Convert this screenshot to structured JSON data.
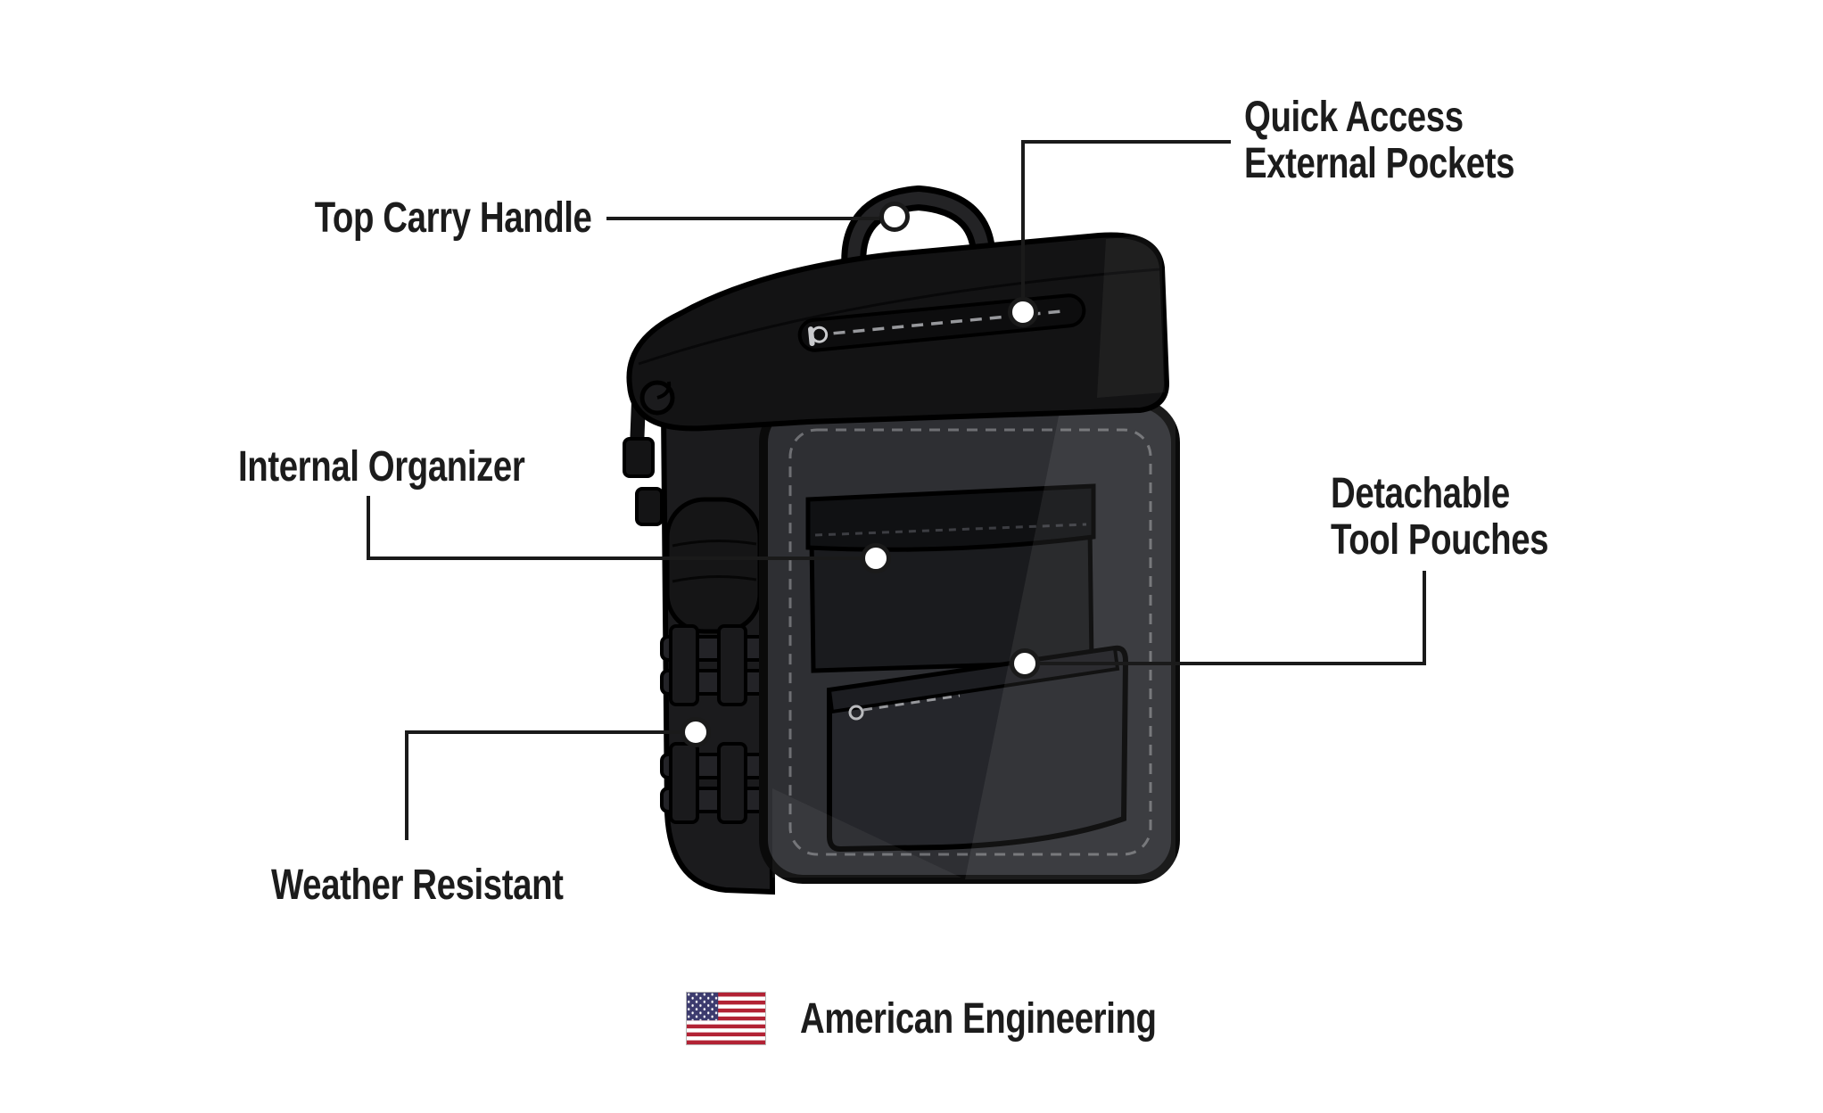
{
  "labels": {
    "quick_access": "Quick Access\nExternal Pockets",
    "top_carry_handle": "Top Carry Handle",
    "internal_organizer": "Internal Organizer",
    "detachable_tool_pouches": "Detachable\nTool Pouches",
    "weather_resistant": "Weather Resistant"
  },
  "footer": {
    "flag_icon": "us-flag",
    "text": "American Engineering"
  },
  "colors": {
    "ink": "#1a1a1a",
    "bag_black": "#131314",
    "bag_side": "#1b1b1d",
    "front_panel_gray": "#2e2f33",
    "flag_red": "#B22234",
    "flag_blue": "#3C3B6E",
    "flag_white": "#ffffff"
  }
}
